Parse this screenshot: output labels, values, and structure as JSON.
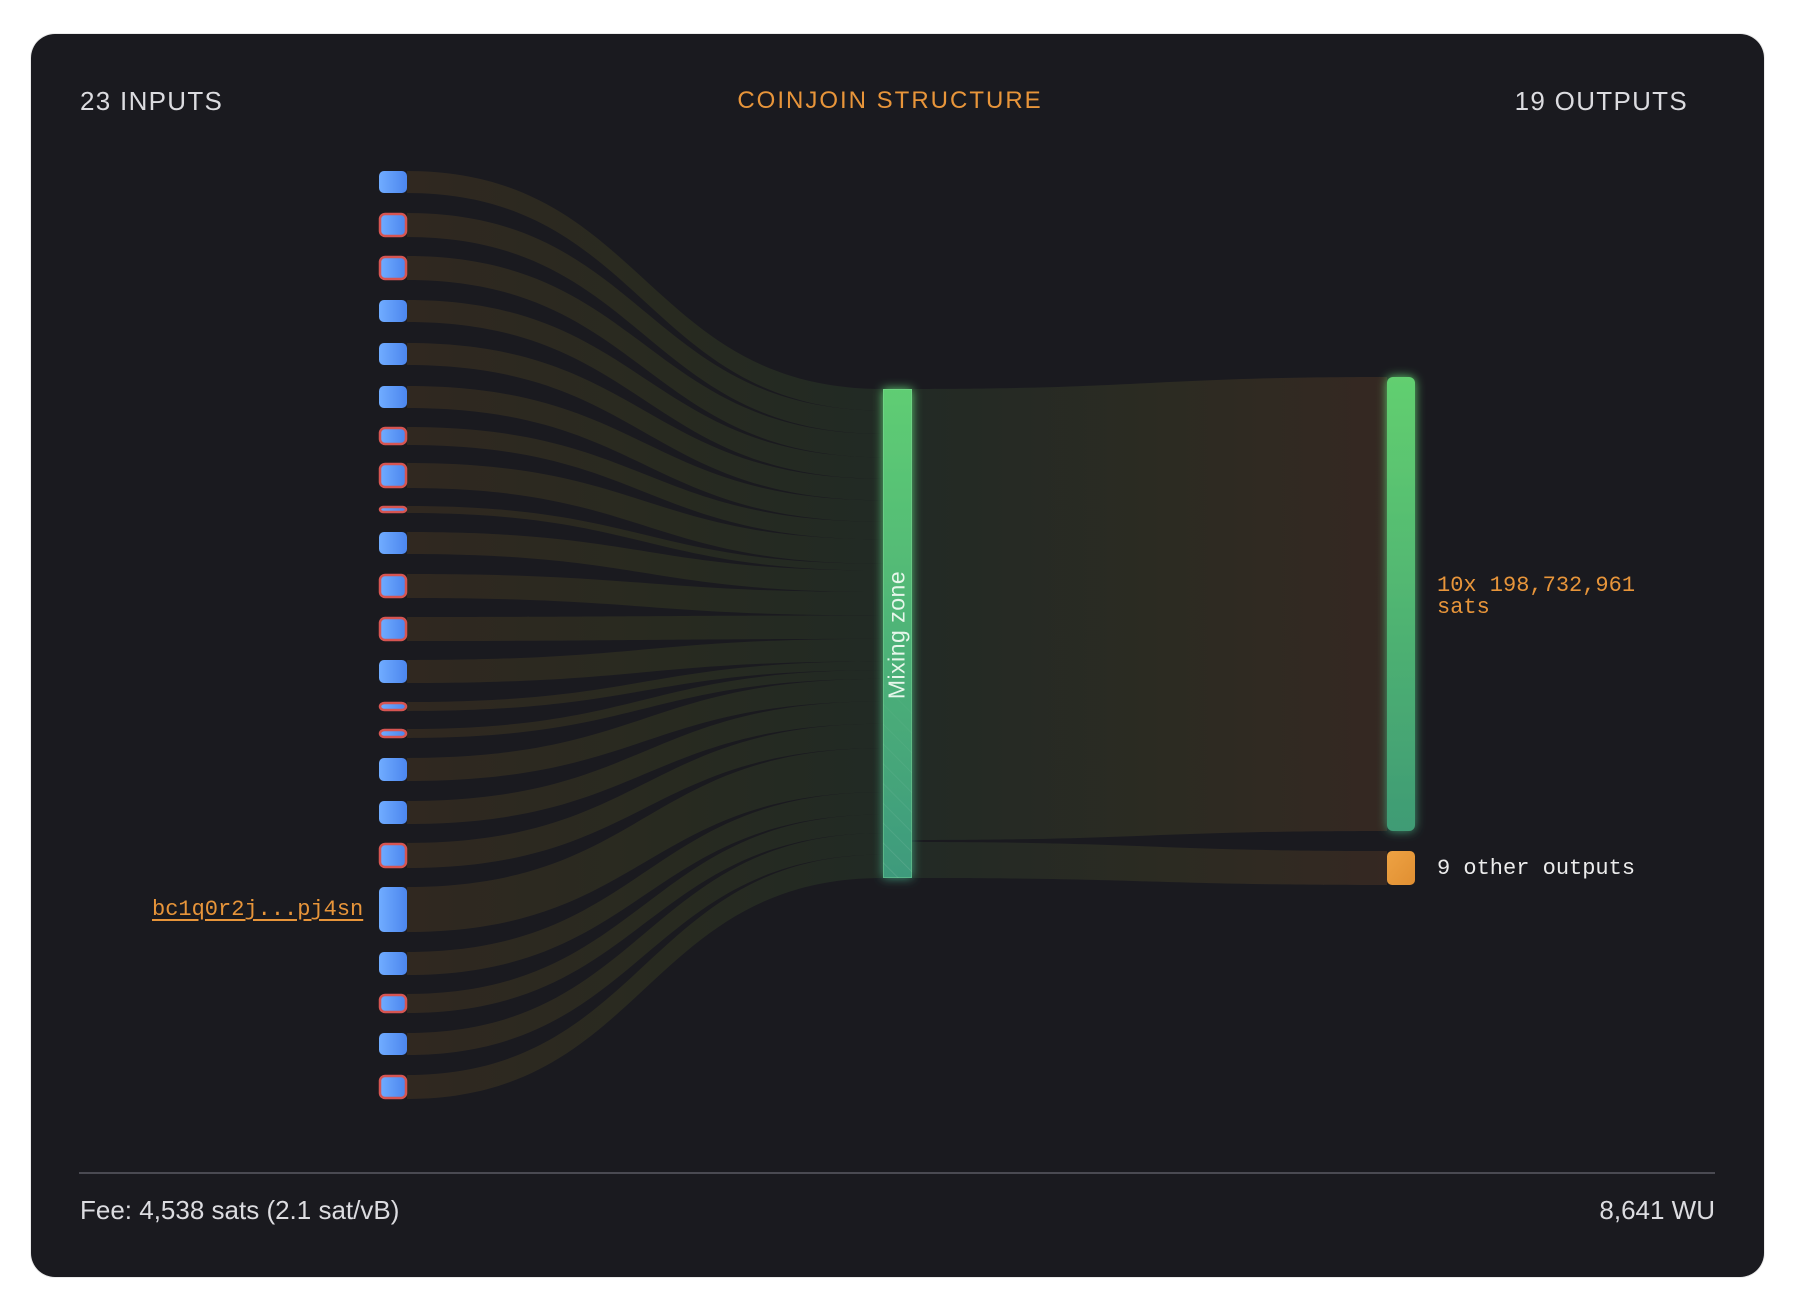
{
  "header": {
    "inputs_count": "23 INPUTS",
    "title": "COINJOIN STRUCTURE",
    "outputs_count": "19 OUTPUTS"
  },
  "colors": {
    "background": "#1a1a1f",
    "accent": "#e8953a",
    "input_node": "#5a96f8",
    "input_flag_outline": "#d9534f",
    "mixing_zone_top": "#5ecb72",
    "mixing_zone_bottom": "#3e9a7c",
    "other_outputs_node": "#e8963a"
  },
  "inputs": [
    {
      "index": 1,
      "flagged": false
    },
    {
      "index": 2,
      "flagged": true
    },
    {
      "index": 3,
      "flagged": true
    },
    {
      "index": 4,
      "flagged": false
    },
    {
      "index": 5,
      "flagged": false
    },
    {
      "index": 6,
      "flagged": false
    },
    {
      "index": 7,
      "flagged": true
    },
    {
      "index": 8,
      "flagged": true
    },
    {
      "index": 9,
      "flagged": true
    },
    {
      "index": 10,
      "flagged": false
    },
    {
      "index": 11,
      "flagged": true
    },
    {
      "index": 12,
      "flagged": true
    },
    {
      "index": 13,
      "flagged": false
    },
    {
      "index": 14,
      "flagged": true
    },
    {
      "index": 15,
      "flagged": true
    },
    {
      "index": 16,
      "flagged": false
    },
    {
      "index": 17,
      "flagged": false
    },
    {
      "index": 18,
      "flagged": true
    },
    {
      "index": 19,
      "flagged": false,
      "label": "bc1q0r2j...pj4sn"
    },
    {
      "index": 20,
      "flagged": false
    },
    {
      "index": 21,
      "flagged": true
    },
    {
      "index": 22,
      "flagged": false
    },
    {
      "index": 23,
      "flagged": true
    }
  ],
  "mixing_zone": {
    "label": "Mixing zone"
  },
  "outputs": [
    {
      "label": "10x 198,732,961 sats",
      "line1": "10x 198,732,961",
      "line2": "sats",
      "kind": "equal-outputs"
    },
    {
      "label": "9 other outputs",
      "kind": "other-outputs"
    }
  ],
  "footer": {
    "fee": "Fee: 4,538 sats (2.1 sat/vB)",
    "weight": "8,641 WU"
  }
}
